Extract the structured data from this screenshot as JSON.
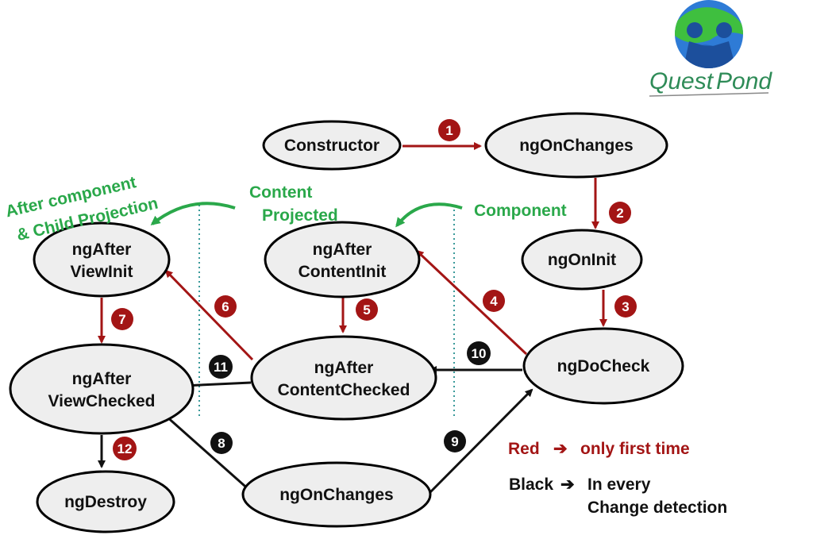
{
  "logo": {
    "text_part1": "Quest",
    "text_part2": "Pond",
    "globe_color": "#2e7bd6",
    "land_color": "#3fbf3f"
  },
  "colors": {
    "first_time": "#a31515",
    "every_time": "#111111",
    "annotation": "#2aa84a",
    "node_fill": "#eeeeee"
  },
  "nodes": {
    "constructor": "Constructor",
    "ngOnChanges_top": "ngOnChanges",
    "ngOnInit": "ngOnInit",
    "ngDoCheck": "ngDoCheck",
    "ngAfterContentInit_1": "ngAfter",
    "ngAfterContentInit_2": "ContentInit",
    "ngAfterContentChecked_1": "ngAfter",
    "ngAfterContentChecked_2": "ContentChecked",
    "ngAfterViewInit_1": "ngAfter",
    "ngAfterViewInit_2": "ViewInit",
    "ngAfterViewChecked_1": "ngAfter",
    "ngAfterViewChecked_2": "ViewChecked",
    "ngDestroy": "ngDestroy",
    "ngOnChanges_bottom": "ngOnChanges"
  },
  "steps": [
    "1",
    "2",
    "3",
    "4",
    "5",
    "6",
    "7",
    "8",
    "9",
    "10",
    "11",
    "12"
  ],
  "annotations": {
    "after_component_1": "After component",
    "after_component_2": "& Child Projection",
    "content_projected_1": "Content",
    "content_projected_2": "Projected",
    "component": "Component"
  },
  "legend": {
    "red_label": "Red",
    "red_text": "only first time",
    "black_label": "Black",
    "black_text_1": "In every",
    "black_text_2": "Change detection"
  }
}
